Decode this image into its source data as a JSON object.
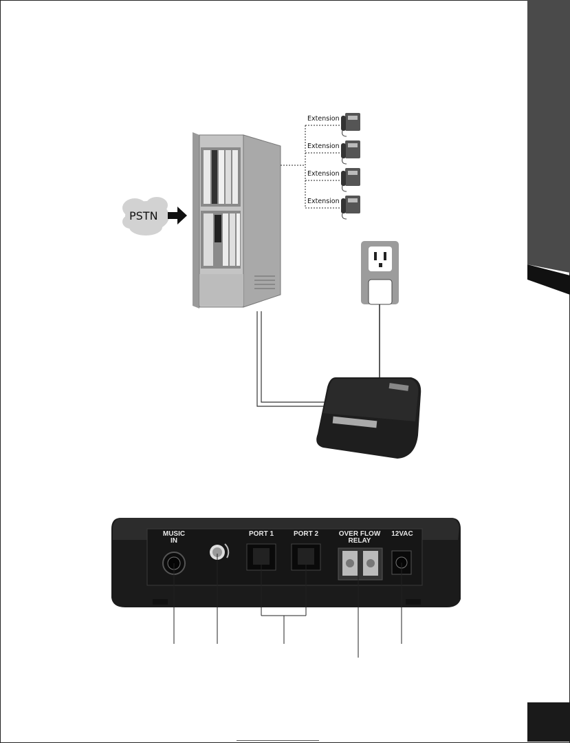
{
  "diagram": {
    "pstn_label": "PSTN",
    "extensions": [
      "Extension",
      "Extension",
      "Extension",
      "Extension"
    ],
    "rear_panel": {
      "music_in": "MUSIC\nIN",
      "port1": "PORT 1",
      "port2": "PORT 2",
      "relay": "OVER FLOW\nRELAY",
      "power": "12VAC"
    }
  },
  "colors": {
    "side_tab": "#4a4a4a",
    "device_body": "#1c1c1c",
    "cabinet": "#b5b5b5"
  }
}
